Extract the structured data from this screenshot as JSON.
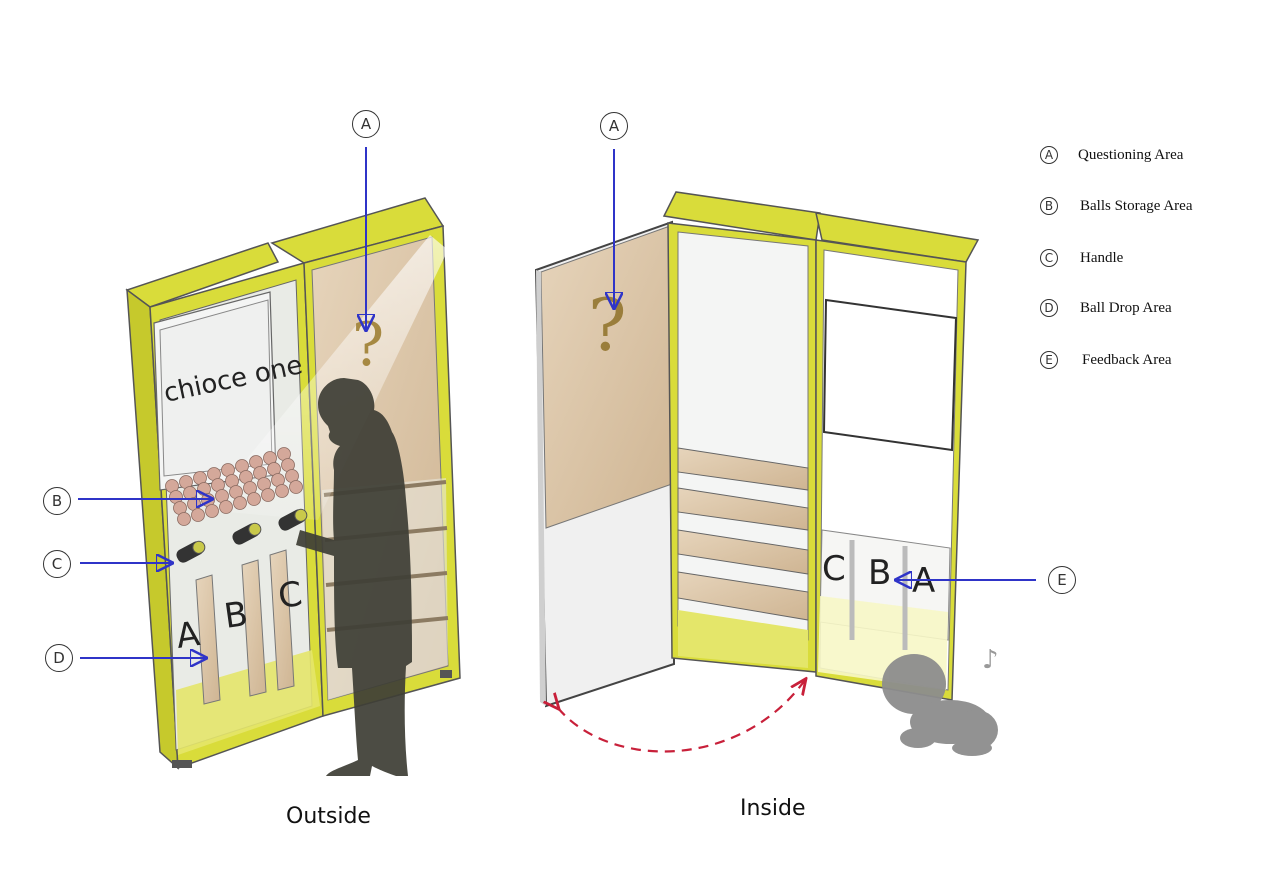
{
  "captions": {
    "outside": "Outside",
    "inside": "Inside"
  },
  "cabinet_text": {
    "prompt": "chioce one",
    "question_mark": "?",
    "slot_a": "A",
    "slot_b": "B",
    "slot_c": "C"
  },
  "callouts": [
    "A",
    "B",
    "C",
    "D",
    "E"
  ],
  "legend": [
    {
      "key": "A",
      "label": "Questioning Area"
    },
    {
      "key": "B",
      "label": "Balls Storage Area"
    },
    {
      "key": "C",
      "label": "Handle"
    },
    {
      "key": "D",
      "label": "Ball Drop Area"
    },
    {
      "key": "E",
      "label": "Feedback Area"
    }
  ],
  "colors": {
    "frame_yellow": "#d9dc3a",
    "frame_dark": "#b7ba22",
    "wood": "#dcc7aa",
    "arrow_blue": "#2f34c8",
    "swing_red": "#c8203a",
    "silhouette": "#3e3e36",
    "baby": "#8d8d8d",
    "ball": "#d4a89a"
  },
  "icons": [
    "person-silhouette",
    "baby-silhouette",
    "music-note-icon",
    "question-mark"
  ]
}
